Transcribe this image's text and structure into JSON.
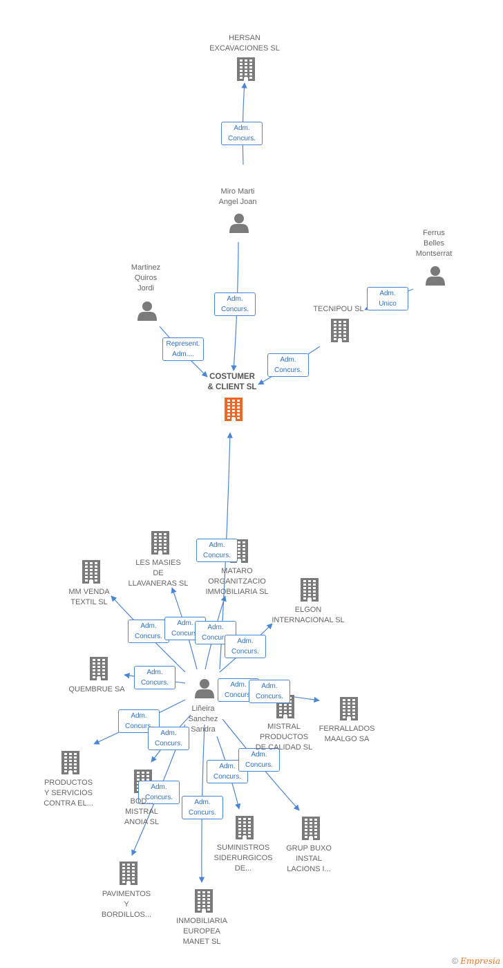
{
  "colors": {
    "edge": "#4a86d8",
    "node": "#7a7a7a",
    "focus": "#f26522"
  },
  "nodes": [
    {
      "id": "hersan",
      "kind": "company",
      "label": "HERSAN\nEXCAVACIONES SL"
    },
    {
      "id": "miro",
      "kind": "person",
      "label": "Miro Marti\nAngel Joan"
    },
    {
      "id": "ferrus",
      "kind": "person",
      "label": "Ferrus\nBelles\nMontserrat"
    },
    {
      "id": "martinez",
      "kind": "person",
      "label": "Martinez\nQuiros\nJordi"
    },
    {
      "id": "tecnipou",
      "kind": "company",
      "label": "TECNIPOU SL"
    },
    {
      "id": "costumer",
      "kind": "focus",
      "label": "COSTUMER\n& CLIENT SL"
    },
    {
      "id": "lesmasies",
      "kind": "company",
      "label": "LES MASIES\nDE\nLLAVANERAS SL"
    },
    {
      "id": "mataro",
      "kind": "company",
      "label": "MATARO\nORGANITZACIO\nIMMOBILIARIA SL"
    },
    {
      "id": "mmvenda",
      "kind": "company",
      "label": "MM VENDA\nTEXTIL SL"
    },
    {
      "id": "elgon",
      "kind": "company",
      "label": "ELGON\nINTERNACIONAL SL"
    },
    {
      "id": "quembrue",
      "kind": "company",
      "label": "QUEMBRUE SA"
    },
    {
      "id": "lineira",
      "kind": "person",
      "label": "Liñeira\nSanchez\nSandra"
    },
    {
      "id": "mistral",
      "kind": "company",
      "label": "MISTRAL\nPRODUCTOS\nDE CALIDAD SL"
    },
    {
      "id": "ferrallados",
      "kind": "company",
      "label": "FERRALLADOS\nMAALGO SA"
    },
    {
      "id": "productos",
      "kind": "company",
      "label": "PRODUCTOS\nY SERVICIOS\nCONTRA EL..."
    },
    {
      "id": "bodegues",
      "kind": "company",
      "label": "BOD...\nMISTRAL\nANOIA SL"
    },
    {
      "id": "suministros",
      "kind": "company",
      "label": "SUMINISTROS\nSIDERURGICOS\nDE..."
    },
    {
      "id": "grupbuxo",
      "kind": "company",
      "label": "GRUP BUXO\nINSTAL\nLACIONS I..."
    },
    {
      "id": "pavimentos",
      "kind": "company",
      "label": "PAVIMENTOS\nY\nBORDILLOS..."
    },
    {
      "id": "inmobiliaria",
      "kind": "company",
      "label": "INMOBILIARIA\nEUROPEA\nMANET SL"
    }
  ],
  "edges": [
    {
      "from": "miro",
      "to": "hersan",
      "label": "Adm.\nConcurs."
    },
    {
      "from": "miro",
      "to": "costumer",
      "label": "Adm.\nConcurs."
    },
    {
      "from": "ferrus",
      "to": "tecnipou",
      "label": "Adm.\nUnico"
    },
    {
      "from": "tecnipou",
      "to": "costumer",
      "label": "Adm.\nConcurs."
    },
    {
      "from": "martinez",
      "to": "costumer",
      "label": "Represent.\nAdm...."
    },
    {
      "from": "lineira",
      "to": "costumer",
      "label": "Adm.\nConcurs."
    },
    {
      "from": "lineira",
      "to": "mmvenda",
      "label": "Adm.\nConcurs."
    },
    {
      "from": "lineira",
      "to": "lesmasies",
      "label": "Adm.\nConcurs."
    },
    {
      "from": "lineira",
      "to": "mataro",
      "label": "Adm.\nConcurs."
    },
    {
      "from": "lineira",
      "to": "elgon",
      "label": "Adm.\nConcurs."
    },
    {
      "from": "lineira",
      "to": "quembrue",
      "label": "Adm.\nConcurs."
    },
    {
      "from": "lineira",
      "to": "mistral",
      "label": "Adm.\nConcurs."
    },
    {
      "from": "lineira",
      "to": "ferrallados",
      "label": "Adm.\nConcurs."
    },
    {
      "from": "lineira",
      "to": "productos",
      "label": "Adm.\nConcurs."
    },
    {
      "from": "lineira",
      "to": "bodegues",
      "label": "Adm.\nConcurs."
    },
    {
      "from": "lineira",
      "to": "suministros",
      "label": "Adm.\nConcurs."
    },
    {
      "from": "lineira",
      "to": "grupbuxo",
      "label": "Adm.\nConcurs."
    },
    {
      "from": "lineira",
      "to": "pavimentos",
      "label": "Adm.\nConcurs."
    },
    {
      "from": "lineira",
      "to": "inmobiliaria",
      "label": "Adm.\nConcurs."
    }
  ],
  "footer": {
    "copyright": "©",
    "brand": "Empresia"
  }
}
